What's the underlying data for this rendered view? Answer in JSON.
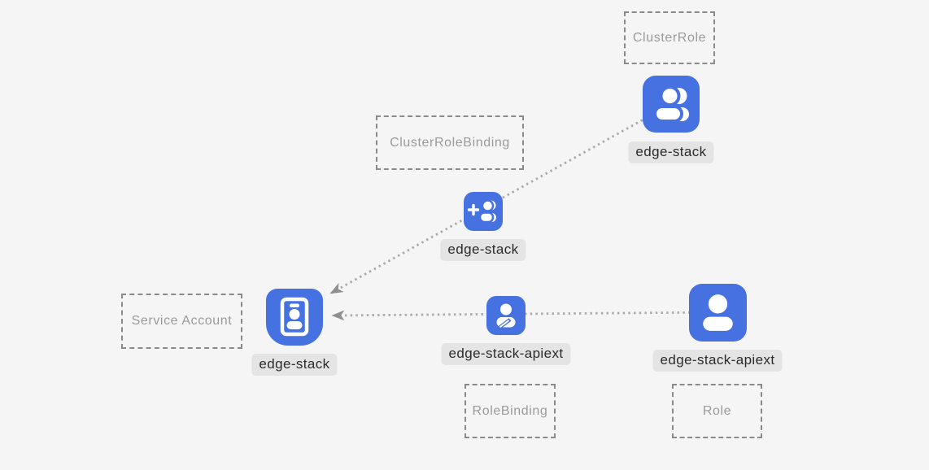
{
  "colors": {
    "background": "#f5f5f6",
    "node_blue": "#4671e0",
    "line_gray": "#ababab",
    "arrow_gray": "#8f8f8f",
    "box_border": "#8a8a8a",
    "box_text": "#9a9b9d",
    "label_bg": "#e4e4e4",
    "label_text": "#2b2b2b"
  },
  "type_boxes": [
    {
      "id": "clusterrole",
      "label": "ClusterRole"
    },
    {
      "id": "clusterrolebinding",
      "label": "ClusterRoleBinding"
    },
    {
      "id": "serviceaccount",
      "label": "Service Account"
    },
    {
      "id": "rolebinding",
      "label": "RoleBinding"
    },
    {
      "id": "role",
      "label": "Role"
    }
  ],
  "nodes": [
    {
      "id": "clusterrole",
      "name": "edge-stack",
      "icon": "users-icon"
    },
    {
      "id": "clusterrolebinding",
      "name": "edge-stack",
      "icon": "user-plus-icon"
    },
    {
      "id": "serviceaccount",
      "name": "edge-stack",
      "icon": "id-badge-icon"
    },
    {
      "id": "rolebinding",
      "name": "edge-stack-apiext",
      "icon": "user-edit-icon"
    },
    {
      "id": "role",
      "name": "edge-stack-apiext",
      "icon": "user-icon"
    }
  ],
  "edges": [
    {
      "from": "clusterrole/edge-stack",
      "to": "serviceaccount/edge-stack",
      "style": "dotted",
      "arrow_at": "to"
    },
    {
      "from": "role/edge-stack-apiext",
      "to": "serviceaccount/edge-stack",
      "style": "dotted",
      "arrow_at": "to"
    }
  ]
}
